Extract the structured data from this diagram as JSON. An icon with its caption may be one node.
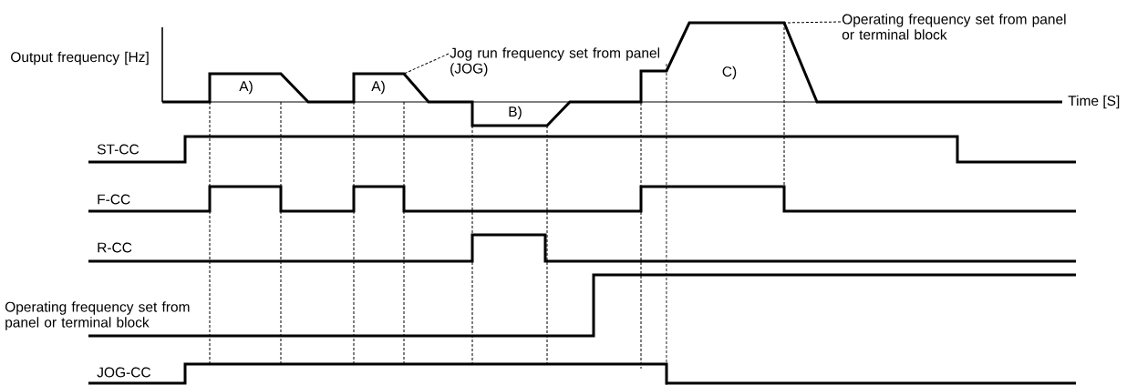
{
  "diagram": {
    "nodes": [
      {
        "text": [
          "Jog run frequency set from panel (JOG)"
        ]
      },
      {
        "text": [
          "Operating frequency set from panel or terminal block"
        ]
      }
    ],
    "edges": [
      {
        "from": 0,
        "to": null,
        "arrow": "none",
        "style": "dashed"
      },
      {
        "from": 1,
        "to": null,
        "arrow": "none",
        "style": "dashed"
      }
    ],
    "labels": [
      "Output frequency [Hz]",
      "A)",
      "A)",
      "B)",
      "C)",
      "Time [S]",
      "ST-CC",
      "F-CC",
      "R-CC",
      "Operating frequency set from panel or terminal block",
      "JOG-CC"
    ]
  }
}
